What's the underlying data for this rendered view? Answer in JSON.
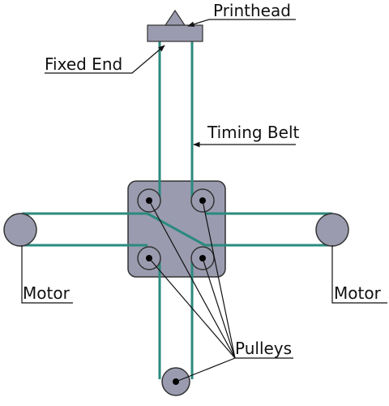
{
  "labels": {
    "printhead": "Printhead",
    "fixed_end": "Fixed End",
    "timing_belt": "Timing Belt",
    "motor_left": "Motor",
    "motor_right": "Motor",
    "pulleys": "Pulleys"
  },
  "colors": {
    "belt": "#2b8a7e",
    "pulley_fill": "#9b9bb0",
    "block_fill": "#9b9bb0",
    "outline": "#333333",
    "leader": "#111111"
  }
}
